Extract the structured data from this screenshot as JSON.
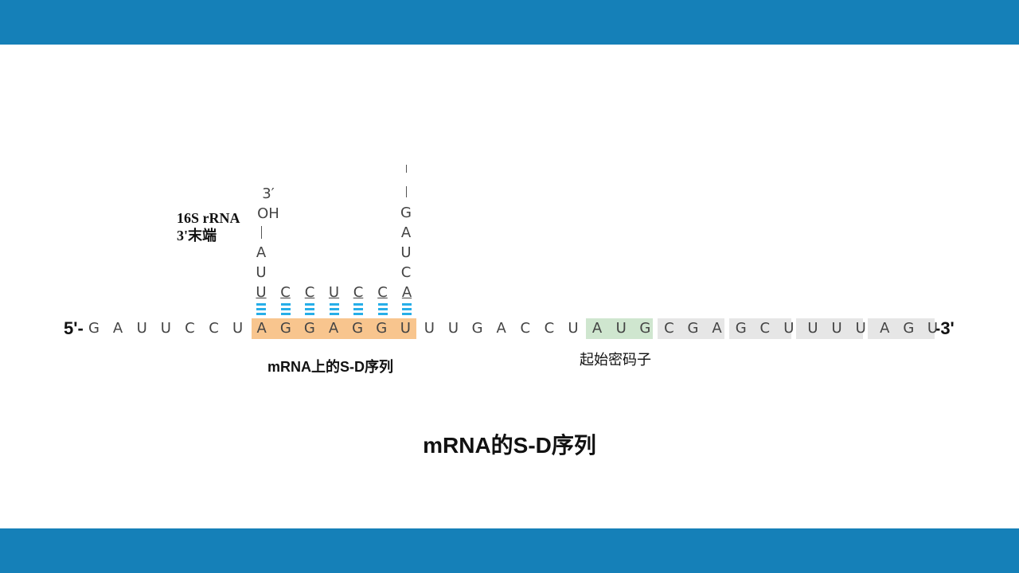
{
  "diagram": {
    "five_prime": "5'-",
    "three_prime": "-3'",
    "mrna": [
      "G",
      "A",
      "U",
      "U",
      "C",
      "C",
      "U",
      "A",
      "G",
      "G",
      "A",
      "G",
      "G",
      "U",
      "U",
      "U",
      "G",
      "A",
      "C",
      "C",
      "U",
      "A",
      "U",
      "G",
      "C",
      "G",
      "A",
      "G",
      "C",
      "U",
      "U",
      "U",
      "U",
      "A",
      "G",
      "U"
    ],
    "rrna_label_line1": "16S rRNA",
    "rrna_label_line2": "3'末端",
    "rrna_3prime": "3′",
    "rrna_oh": "OH",
    "rrna_left": [
      "A",
      "U"
    ],
    "rrna_paired": [
      "U",
      "C",
      "C",
      "U",
      "C",
      "C",
      "A"
    ],
    "rrna_right": [
      "G",
      "A",
      "U",
      "C"
    ],
    "sd_caption": "mRNA上的S-D序列",
    "start_caption": "起始密码子",
    "colors": {
      "header_bar": "#1580b8",
      "pairing": "#27aee8",
      "sd_highlight": "#f8c58e",
      "start_highlight": "#cfe6cf",
      "codon_highlight": "#e6e6e6"
    }
  },
  "title": "mRNA的S-D序列"
}
